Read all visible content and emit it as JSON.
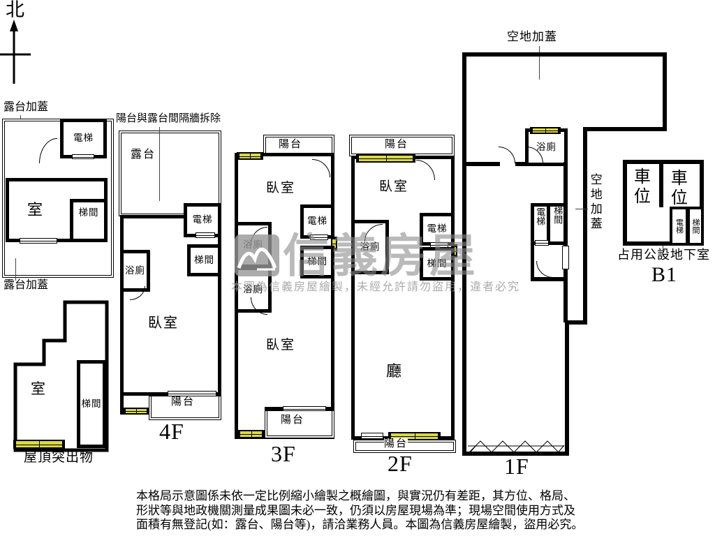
{
  "compass": {
    "north": "北"
  },
  "roof_terrace": {
    "label_top": "露台加蓋",
    "label_bottom": "露台加蓋",
    "elevator": "電梯",
    "room": "室",
    "stair": "梯間"
  },
  "roof_protrusion": {
    "room": "室",
    "stair": "梯間",
    "caption": "屋頂突出物"
  },
  "f4": {
    "note": "陽台與露台間隔牆拆除",
    "terrace": "露台",
    "elevator": "電梯",
    "stair": "梯間",
    "bath": "浴廁",
    "bedroom": "臥室",
    "balcony": "陽台",
    "caption": "4F"
  },
  "f3": {
    "balcony_top": "陽台",
    "bedroom_top": "臥室",
    "elevator": "電梯",
    "bath_upper": "浴廁",
    "bath_lower": "浴廁",
    "stair": "梯間",
    "bedroom_bottom": "臥室",
    "balcony_bottom": "陽台",
    "caption": "3F"
  },
  "f2": {
    "balcony_top": "陽台",
    "bedroom": "臥室",
    "elevator": "電梯",
    "bath": "浴廁",
    "stair": "梯間",
    "living": "廳",
    "balcony_bottom": "陽台",
    "caption": "2F"
  },
  "f1": {
    "label_top": "空地加蓋",
    "bath": "浴廁",
    "elevator": "電梯",
    "stair": "梯間",
    "label_side": "空地加蓋",
    "caption": "1F"
  },
  "b1": {
    "parking_left": "車位",
    "parking_right": "車位",
    "elevator": "電梯",
    "stair": "梯間",
    "note": "占用公設地下室",
    "caption": "B1"
  },
  "watermark": {
    "brand": "信義房屋",
    "notice": "本圖為信義房屋繪製，未經允許請勿盜用，違者必究"
  },
  "disclaimer": {
    "lines": [
      "本格局示意圖係未依一定比例縮小繪製之概繪圖，與實況仍有差距，其方位、格局、",
      "形狀等與地政機關測量成果圖未必一致，仍須以房屋現場為準；現場空間使用方式及",
      "面積有無登記(如：露台、陽台等)，請洽業務人員。本圖為信義房屋繪製，盜用必究。"
    ]
  },
  "colors": {
    "wall": "#000000",
    "window_fill": "#d9d943",
    "watermark_gray": "#969696"
  }
}
